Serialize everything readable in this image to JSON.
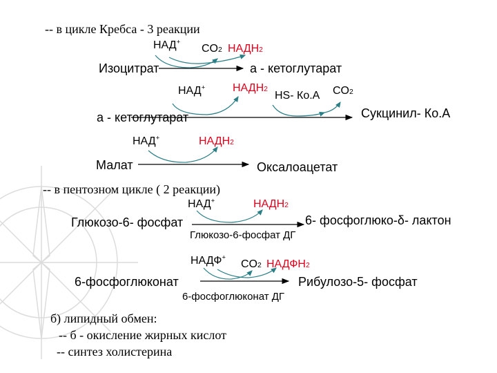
{
  "sections": {
    "krebs": "-- в цикле Кребса - 3 реакции",
    "pentose": "-- в пентозном цикле ( 2 реакции)",
    "lipid": "б) липидный обмен:",
    "lipid_items": [
      "-- б - окисление жирных кислот",
      "-- синтез холистерина"
    ]
  },
  "reactions": [
    {
      "substrate": "Изоцитрат",
      "product": "а - кетоглутарат",
      "cofactor_in": "НАД",
      "cofactor_in_charge": "+",
      "co2": "CO",
      "co2_sub": "2",
      "cofactor_out": "НАДН",
      "cofactor_out_sub": "2"
    },
    {
      "substrate": "а - кетоглутарат",
      "product": "Сукцинил- Ко.А",
      "cofactor_in": "НАД",
      "cofactor_in_charge": "+",
      "cofactor_out": "НАДН",
      "cofactor_out_sub": "2",
      "coenzyme": "HS- Ко.А",
      "co2": "CO",
      "co2_sub": "2"
    },
    {
      "substrate": "Малат",
      "product": "Оксалоацетат",
      "cofactor_in": "НАД",
      "cofactor_in_charge": "+",
      "cofactor_out": "НАДН",
      "cofactor_out_sub": "2"
    },
    {
      "substrate": "Глюкозо-6- фосфат",
      "product_prefix": "6- фосфоглюко-",
      "product_symbol": "δ",
      "product_suffix": "- лактон",
      "cofactor_in": "НАД",
      "cofactor_in_charge": "+",
      "cofactor_out": "НАДН",
      "cofactor_out_sub": "2",
      "enzyme": "Глюкозо-6-фосфат ДГ"
    },
    {
      "substrate": "6-фосфоглюконат",
      "product": "Рибулозо-5- фосфат",
      "cofactor_in": "НАДФ",
      "cofactor_in_charge": "+",
      "co2": "CO",
      "co2_sub": "2",
      "cofactor_out": "НАДФН",
      "cofactor_out_sub": "2",
      "enzyme": "6-фосфоглюконат ДГ"
    }
  ],
  "colors": {
    "text": "#000000",
    "accent_red": "#e0001b",
    "arrow_teal": "#2a7f86",
    "watermark": "#dcdcdc"
  }
}
